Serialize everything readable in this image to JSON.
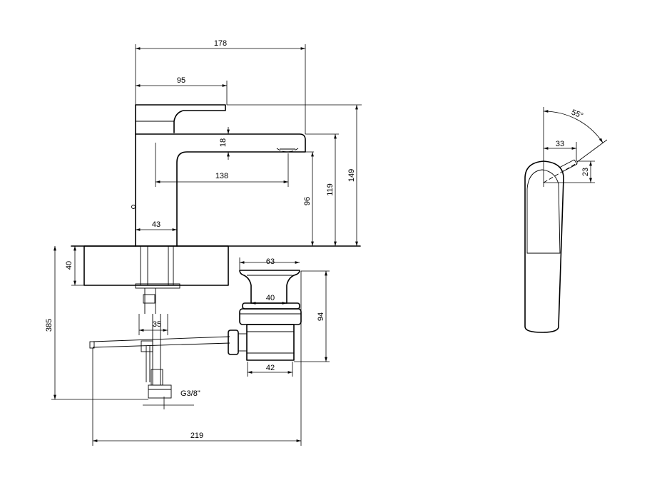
{
  "dimensions": {
    "overall_length": "178",
    "lever_length": "95",
    "spout_gap": "18",
    "spout_reach": "138",
    "spout_height": "96",
    "outlet_height": "119",
    "total_height": "149",
    "base_width": "43",
    "deck_thickness": "40",
    "total_depth": "385",
    "waste_top_width": "63",
    "waste_inner_width": "40",
    "waste_body_width": "42",
    "waste_height": "94",
    "tail_width": "35",
    "connection_thread": "G3/8\"",
    "rod_length": "219",
    "handle_angle": "55°",
    "handle_offset": "33",
    "handle_rise": "23"
  }
}
